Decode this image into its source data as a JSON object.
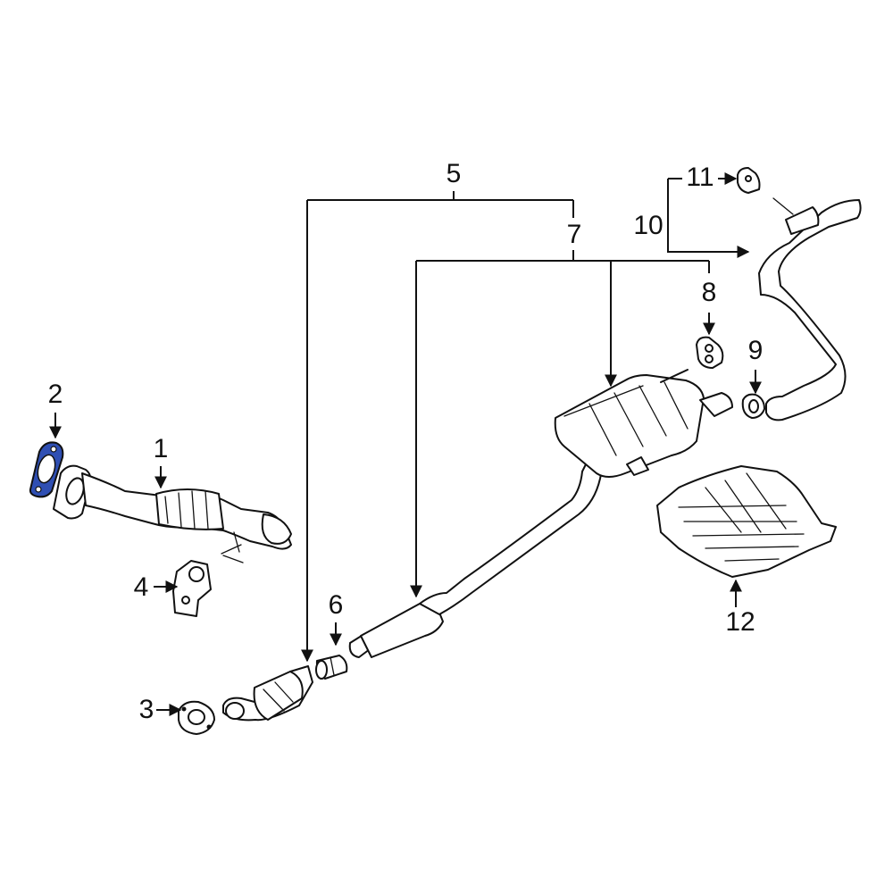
{
  "diagram": {
    "highlight_color": "#2f4fb3",
    "line_color": "#111111",
    "background": "#ffffff",
    "highlighted_part": "2",
    "callouts": [
      {
        "id": "1",
        "label": "1"
      },
      {
        "id": "2",
        "label": "2"
      },
      {
        "id": "3",
        "label": "3"
      },
      {
        "id": "4",
        "label": "4"
      },
      {
        "id": "5",
        "label": "5"
      },
      {
        "id": "6",
        "label": "6"
      },
      {
        "id": "7",
        "label": "7"
      },
      {
        "id": "8",
        "label": "8"
      },
      {
        "id": "9",
        "label": "9"
      },
      {
        "id": "10",
        "label": "10"
      },
      {
        "id": "11",
        "label": "11"
      },
      {
        "id": "12",
        "label": "12"
      }
    ]
  }
}
